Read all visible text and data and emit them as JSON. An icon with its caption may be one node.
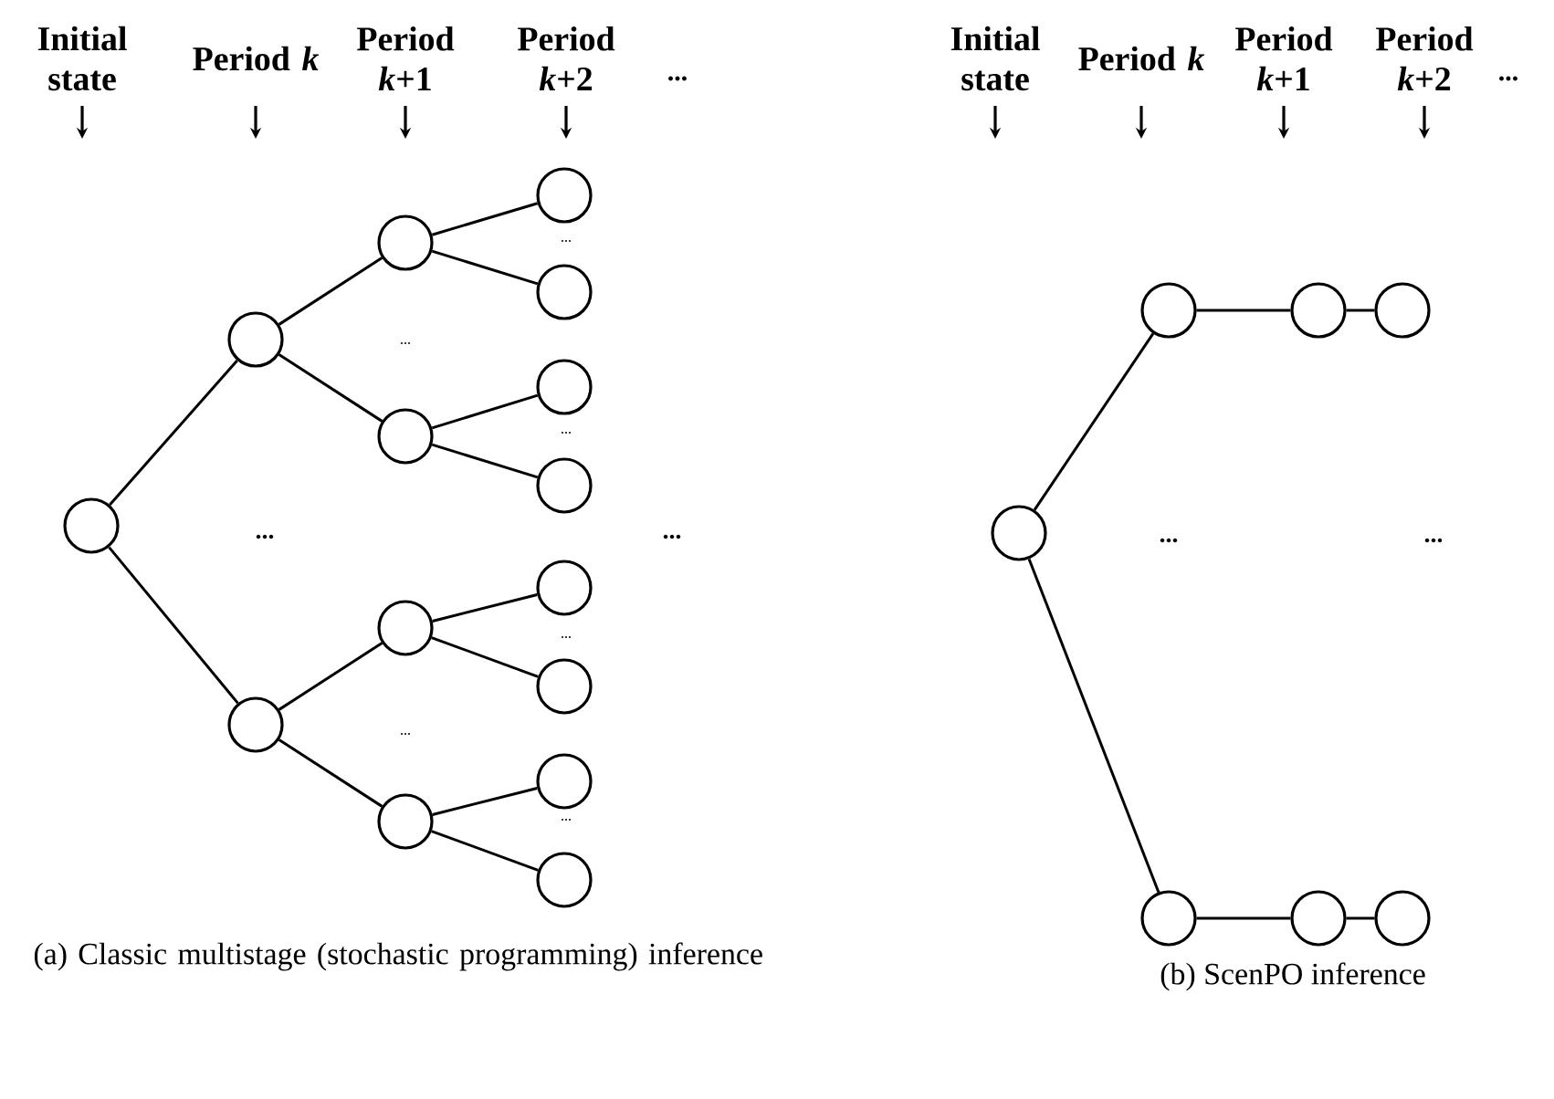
{
  "diagram": {
    "nodes": [
      {
        "text": [],
        "shape": "circle"
      },
      {
        "text": [],
        "shape": "circle"
      },
      {
        "text": [],
        "shape": "circle"
      },
      {
        "text": [],
        "shape": "circle"
      },
      {
        "text": [],
        "shape": "circle"
      },
      {
        "text": [],
        "shape": "circle"
      },
      {
        "text": [],
        "shape": "circle"
      },
      {
        "text": [],
        "shape": "circle"
      },
      {
        "text": [],
        "shape": "circle"
      },
      {
        "text": [],
        "shape": "circle"
      },
      {
        "text": [],
        "shape": "circle"
      },
      {
        "text": [],
        "shape": "circle"
      },
      {
        "text": [],
        "shape": "circle"
      },
      {
        "text": [],
        "shape": "circle"
      },
      {
        "text": [],
        "shape": "circle"
      },
      {
        "text": [],
        "shape": "circle"
      },
      {
        "text": [],
        "shape": "circle"
      },
      {
        "text": [],
        "shape": "circle"
      },
      {
        "text": [],
        "shape": "circle"
      },
      {
        "text": [],
        "shape": "circle"
      },
      {
        "text": [],
        "shape": "circle"
      },
      {
        "text": [],
        "shape": "circle"
      }
    ],
    "edges": [
      {
        "from": 0,
        "to": 1,
        "arrow": "none"
      },
      {
        "from": 0,
        "to": 2,
        "arrow": "none"
      },
      {
        "from": 1,
        "to": 3,
        "arrow": "none"
      },
      {
        "from": 1,
        "to": 4,
        "arrow": "none"
      },
      {
        "from": 2,
        "to": 5,
        "arrow": "none"
      },
      {
        "from": 2,
        "to": 6,
        "arrow": "none"
      },
      {
        "from": 3,
        "to": 7,
        "arrow": "none"
      },
      {
        "from": 3,
        "to": 8,
        "arrow": "none"
      },
      {
        "from": 4,
        "to": 9,
        "arrow": "none"
      },
      {
        "from": 4,
        "to": 10,
        "arrow": "none"
      },
      {
        "from": 5,
        "to": 11,
        "arrow": "none"
      },
      {
        "from": 5,
        "to": 12,
        "arrow": "none"
      },
      {
        "from": 6,
        "to": 13,
        "arrow": "none"
      },
      {
        "from": 6,
        "to": 14,
        "arrow": "none"
      },
      {
        "from": 15,
        "to": 16,
        "arrow": "none"
      },
      {
        "from": 16,
        "to": 17,
        "arrow": "none"
      },
      {
        "from": 17,
        "to": 18,
        "arrow": "none"
      },
      {
        "from": 15,
        "to": 19,
        "arrow": "none"
      },
      {
        "from": 19,
        "to": 20,
        "arrow": "none"
      },
      {
        "from": 20,
        "to": 21,
        "arrow": "none"
      }
    ],
    "labels": [
      "Initial state",
      "Period *k*",
      "Period *k*+1",
      "Period *k*+2",
      "...",
      "Initial state",
      "Period *k*",
      "Period *k*+1",
      "Period *k*+2",
      "...",
      "...",
      "...",
      "...",
      "...",
      "...",
      "...",
      "...",
      "...",
      "...",
      "...",
      "(a) Classic multistage (stochastic programming) inference",
      "(b) ScenPO inference"
    ]
  }
}
